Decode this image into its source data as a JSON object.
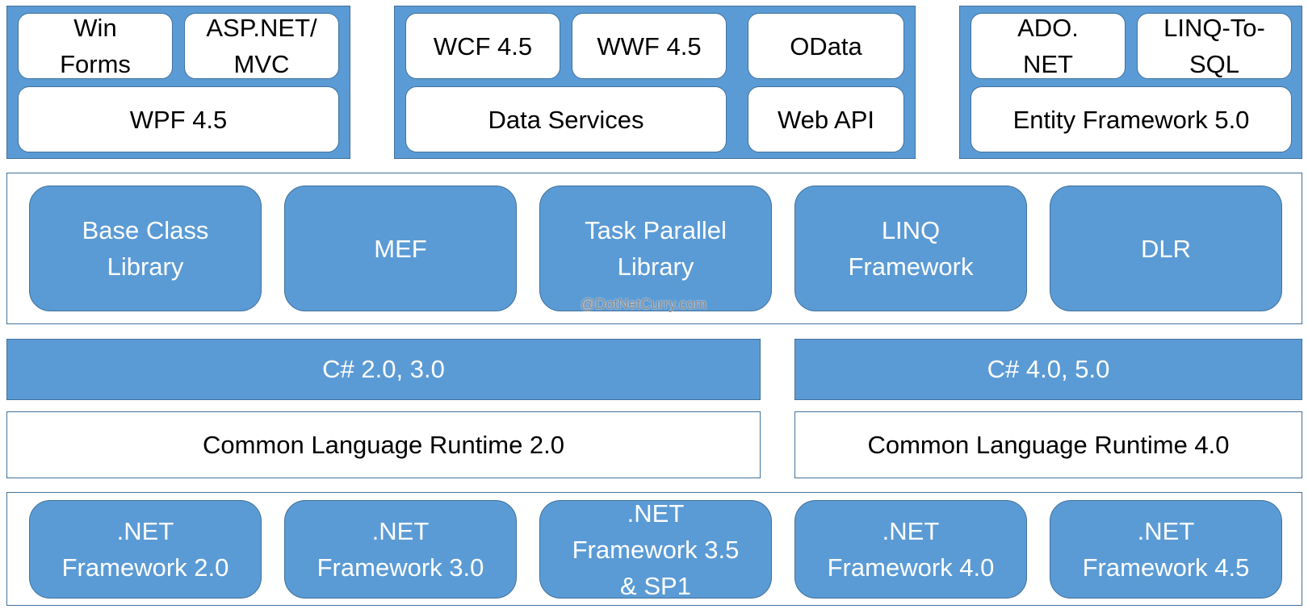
{
  "top": {
    "panel1": {
      "win_forms": "Win\nForms",
      "asp_mvc": "ASP.NET/\nMVC",
      "wpf": "WPF 4.5"
    },
    "panel2": {
      "wcf": "WCF 4.5",
      "wwf": "WWF 4.5",
      "odata": "OData",
      "data_services": "Data Services",
      "web_api": "Web API"
    },
    "panel3": {
      "ado": "ADO.\nNET",
      "linq_sql": "LINQ-To-\nSQL",
      "entity": "Entity Framework 5.0"
    }
  },
  "libraries": [
    "Base Class\nLibrary",
    "MEF",
    "Task Parallel\nLibrary",
    "LINQ\nFramework",
    "DLR"
  ],
  "watermark": "@DotNetCurry.com",
  "languages": {
    "left": "C# 2.0, 3.0",
    "right": "C# 4.0, 5.0"
  },
  "runtimes": {
    "left": "Common Language Runtime 2.0",
    "right": "Common Language Runtime 4.0"
  },
  "frameworks": [
    ".NET\nFramework 2.0",
    ".NET\nFramework 3.0",
    ".NET\nFramework 3.5\n& SP1",
    ".NET\nFramework  4.0",
    ".NET\nFramework  4.5"
  ],
  "colors": {
    "box_blue": "#5b9bd5",
    "border": "#41719c",
    "white": "#ffffff",
    "text_dark": "#000000"
  }
}
